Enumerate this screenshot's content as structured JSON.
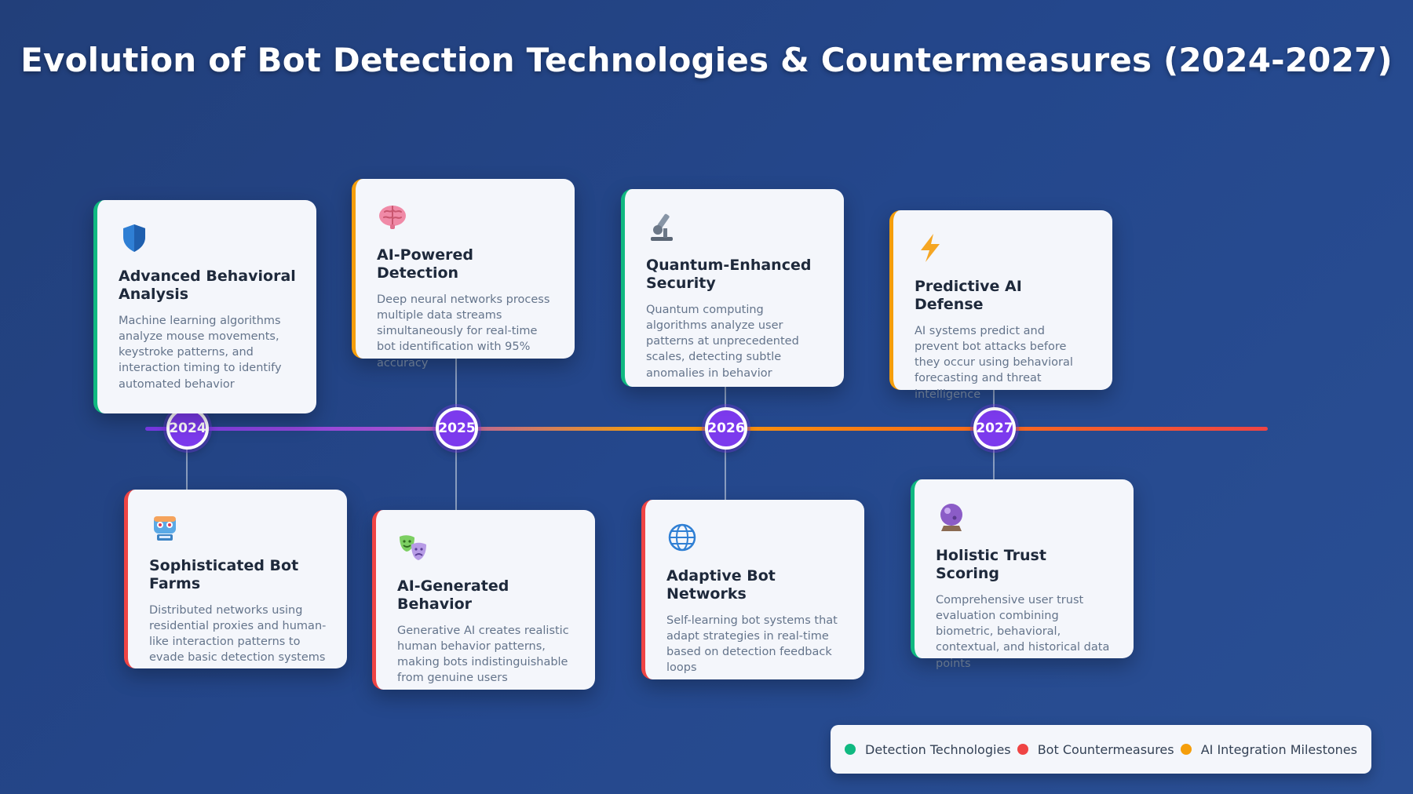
{
  "title": "Evolution of Bot Detection Technologies & Countermeasures (2024-2027)",
  "years": [
    "2024",
    "2025",
    "2026",
    "2027"
  ],
  "cards_top": [
    {
      "icon": "shield-icon",
      "title": "Advanced Behavioral Analysis",
      "text": "Machine learning algorithms analyze mouse movements, keystroke patterns, and interaction timing to identify automated behavior",
      "category": "Detection Technologies"
    },
    {
      "icon": "brain-icon",
      "title": "AI-Powered Detection",
      "text": "Deep neural networks process multiple data streams simultaneously for real-time bot identification with 95% accuracy",
      "category": "AI Integration Milestones"
    },
    {
      "icon": "microscope-icon",
      "title": "Quantum-Enhanced Security",
      "text": "Quantum computing algorithms analyze user patterns at unprecedented scales, detecting subtle anomalies in behavior",
      "category": "Detection Technologies"
    },
    {
      "icon": "lightning-icon",
      "title": "Predictive AI Defense",
      "text": "AI systems predict and prevent bot attacks before they occur using behavioral forecasting and threat intelligence",
      "category": "AI Integration Milestones"
    }
  ],
  "cards_bottom": [
    {
      "icon": "robot-icon",
      "title": "Sophisticated Bot Farms",
      "text": "Distributed networks using residential proxies and human-like interaction patterns to evade basic detection systems",
      "category": "Bot Countermeasures"
    },
    {
      "icon": "theater-masks-icon",
      "title": "AI-Generated Behavior",
      "text": "Generative AI creates realistic human behavior patterns, making bots indistinguishable from genuine users",
      "category": "Bot Countermeasures"
    },
    {
      "icon": "globe-icon",
      "title": "Adaptive Bot Networks",
      "text": "Self-learning bot systems that adapt strategies in real-time based on detection feedback loops",
      "category": "Bot Countermeasures"
    },
    {
      "icon": "crystal-ball-icon",
      "title": "Holistic Trust Scoring",
      "text": "Comprehensive user trust evaluation combining biometric, behavioral, contextual, and historical data points",
      "category": "Detection Technologies"
    }
  ],
  "legend": [
    {
      "label": "Detection Technologies",
      "color": "#10b981"
    },
    {
      "label": "Bot Countermeasures",
      "color": "#ef4444"
    },
    {
      "label": "AI Integration Milestones",
      "color": "#f59e0b"
    }
  ],
  "colors": {
    "node": "#7c3aed",
    "detection": "#10b981",
    "countermeasure": "#ef4444",
    "ai_milestone": "#f59e0b"
  }
}
